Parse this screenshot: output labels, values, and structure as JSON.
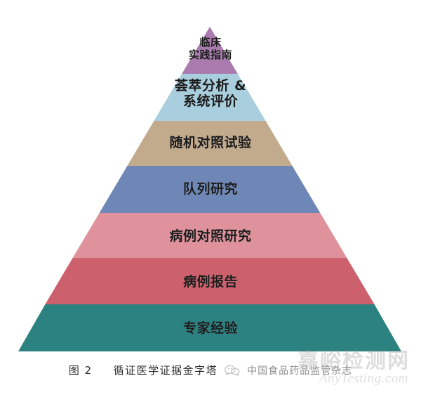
{
  "figure": {
    "caption_number": "图 2",
    "caption_title": "循证医学证据金字塔",
    "source_label": "中国食品药品监管杂志",
    "wechat_icon_name": "wechat-icon"
  },
  "watermark": {
    "main": "嘉峪检测网",
    "sub": "AnyTesting.com"
  },
  "chart_data": {
    "type": "pyramid",
    "title": "循证医学证据金字塔",
    "orientation": "apex-top",
    "levels_top_to_bottom": [
      {
        "rank": 1,
        "label": "临床\n实践指南",
        "label_line1": "临床",
        "label_line2": "实践指南",
        "color": "#A97BAE"
      },
      {
        "rank": 2,
        "label": "荟萃分析 &\n系统评价",
        "label_line1": "荟萃分析 &",
        "label_line2": "系统评价",
        "color": "#A9CEDD"
      },
      {
        "rank": 3,
        "label": "随机对照试验",
        "color": "#C2AA8D"
      },
      {
        "rank": 4,
        "label": "队列研究",
        "color": "#6E87B6"
      },
      {
        "rank": 5,
        "label": "病例对照研究",
        "color": "#DF929B"
      },
      {
        "rank": 6,
        "label": "病例报告",
        "color": "#CC606C"
      },
      {
        "rank": 7,
        "label": "专家经验",
        "color": "#2B8281"
      }
    ]
  },
  "layers": {
    "l1_line1": "临床",
    "l1_line2": "实践指南",
    "l2_line1": "荟萃分析 &",
    "l2_line2": "系统评价",
    "l3": "随机对照试验",
    "l4": "队列研究",
    "l5": "病例对照研究",
    "l6": "病例报告",
    "l7": "专家经验"
  },
  "colors": {
    "l1": "#A97BAE",
    "l2": "#A9CEDD",
    "l3": "#C2AA8D",
    "l4": "#6E87B6",
    "l5": "#DF929B",
    "l6": "#CC606C",
    "l7": "#2B8281",
    "background": "#FFFFFF",
    "text": "#1B1B1B"
  }
}
